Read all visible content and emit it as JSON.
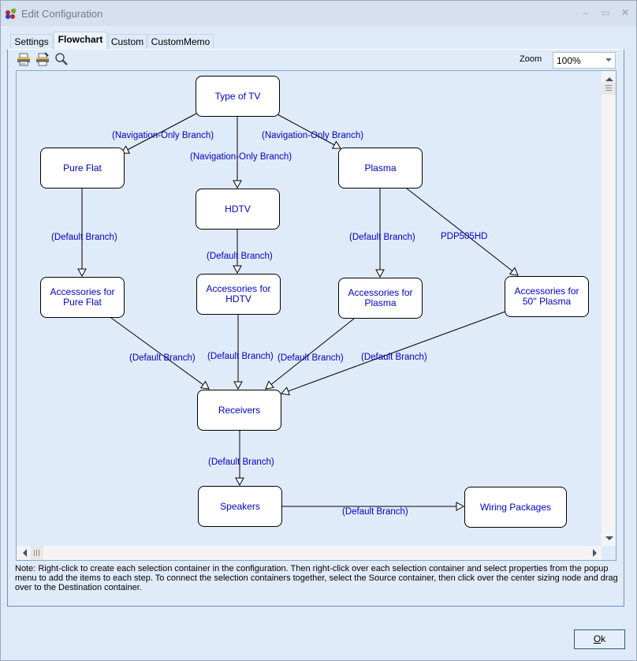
{
  "window": {
    "title": "Edit Configuration",
    "controls": {
      "minimize": "–",
      "maximize": "▭",
      "close": "✕"
    }
  },
  "tabs": [
    {
      "label": "Settings",
      "active": false
    },
    {
      "label": "Flowchart",
      "active": true
    },
    {
      "label": "Custom",
      "active": false
    },
    {
      "label": "CustomMemo",
      "active": false
    }
  ],
  "toolbar": {
    "icons": [
      "printer-icon",
      "print-setup-icon",
      "magnifier-icon"
    ],
    "zoom_label": "Zoom",
    "zoom_value": "100%"
  },
  "flowchart": {
    "nodes": [
      {
        "id": "type_of_tv",
        "label": "Type of TV"
      },
      {
        "id": "pure_flat",
        "label": "Pure Flat"
      },
      {
        "id": "hdtv",
        "label": "HDTV"
      },
      {
        "id": "plasma",
        "label": "Plasma"
      },
      {
        "id": "acc_pure_flat",
        "label": "Accessories for Pure Flat"
      },
      {
        "id": "acc_hdtv",
        "label": "Accessories for HDTV"
      },
      {
        "id": "acc_plasma",
        "label": "Accessories for Plasma"
      },
      {
        "id": "acc_50_plasma",
        "label": "Accessories for 50'' Plasma"
      },
      {
        "id": "receivers",
        "label": "Receivers"
      },
      {
        "id": "speakers",
        "label": "Speakers"
      },
      {
        "id": "wiring",
        "label": "Wiring Packages"
      }
    ],
    "edges": [
      {
        "from": "type_of_tv",
        "to": "pure_flat",
        "label": "(Navigation-Only Branch)"
      },
      {
        "from": "type_of_tv",
        "to": "hdtv",
        "label": "(Navigation-Only Branch)"
      },
      {
        "from": "type_of_tv",
        "to": "plasma",
        "label": "(Navigation-Only Branch)"
      },
      {
        "from": "pure_flat",
        "to": "acc_pure_flat",
        "label": "(Default Branch)"
      },
      {
        "from": "hdtv",
        "to": "acc_hdtv",
        "label": "(Default Branch)"
      },
      {
        "from": "plasma",
        "to": "acc_plasma",
        "label": "(Default Branch)"
      },
      {
        "from": "plasma",
        "to": "acc_50_plasma",
        "label": "PDP505HD"
      },
      {
        "from": "acc_pure_flat",
        "to": "receivers",
        "label": "(Default Branch)"
      },
      {
        "from": "acc_hdtv",
        "to": "receivers",
        "label": "(Default Branch)"
      },
      {
        "from": "acc_plasma",
        "to": "receivers",
        "label": "(Default Branch)"
      },
      {
        "from": "acc_50_plasma",
        "to": "receivers",
        "label": "(Default Branch)"
      },
      {
        "from": "receivers",
        "to": "speakers",
        "label": "(Default Branch)"
      },
      {
        "from": "speakers",
        "to": "wiring",
        "label": "(Default Branch)"
      }
    ]
  },
  "note": "Note: Right-click to create each selection container in the configuration.  Then right-click over each selection container and select properties from the popup menu to add the items to each step.  To connect the selection containers together, select the Source container, then click over the center sizing node and drag over to the Destination container.",
  "footer": {
    "ok_label_underlined": "O",
    "ok_label_rest": "k"
  }
}
